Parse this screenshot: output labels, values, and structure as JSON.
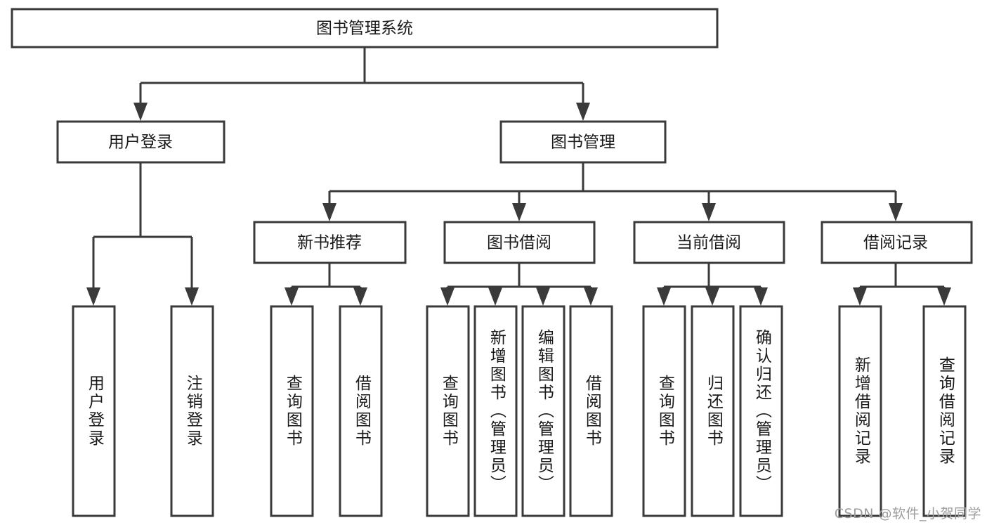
{
  "diagram": {
    "type": "tree-hierarchy",
    "title": "图书管理系统",
    "watermark": "CSDN @软件_小贺同学",
    "colors": {
      "box_stroke": "#3a3a3a",
      "box_fill": "#ffffff",
      "text": "#1a1a1a",
      "background": "#ffffff",
      "watermark": "#9d9d9d"
    },
    "root": {
      "label": "图书管理系统"
    },
    "level2": [
      {
        "label": "用户登录"
      },
      {
        "label": "图书管理"
      }
    ],
    "level3": [
      {
        "label": "新书推荐"
      },
      {
        "label": "图书借阅"
      },
      {
        "label": "当前借阅"
      },
      {
        "label": "借阅记录"
      }
    ],
    "leaves": {
      "user_login": [
        {
          "label": "用户登录"
        },
        {
          "label": "注销登录"
        }
      ],
      "new_book_recommend": [
        {
          "label": "查询图书"
        },
        {
          "label": "借阅图书"
        }
      ],
      "book_borrow": [
        {
          "label": "查询图书"
        },
        {
          "label": "新增图书（管理员）"
        },
        {
          "label": "编辑图书（管理员）"
        },
        {
          "label": "借阅图书"
        }
      ],
      "current_borrow": [
        {
          "label": "查询图书"
        },
        {
          "label": "归还图书"
        },
        {
          "label": "确认归还（管理员）"
        }
      ],
      "borrow_record": [
        {
          "label": "新增借阅记录"
        },
        {
          "label": "查询借阅记录"
        }
      ]
    }
  }
}
